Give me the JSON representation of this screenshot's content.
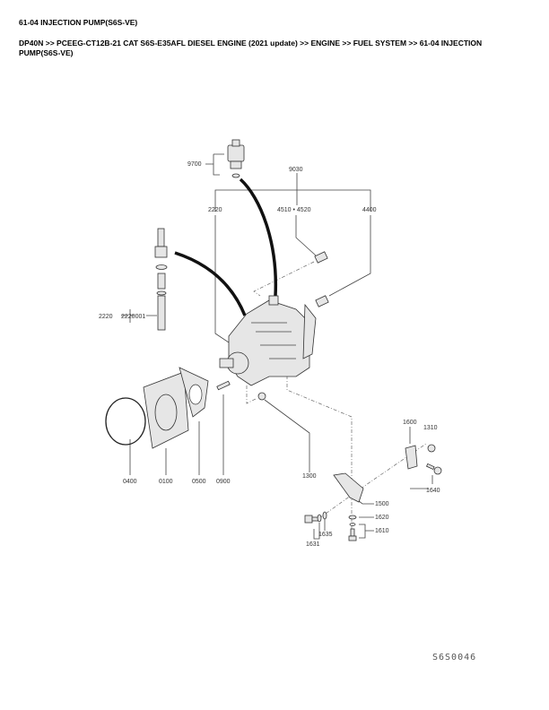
{
  "page": {
    "title": "61-04 INJECTION PUMP(S6S-VE)",
    "breadcrumb": "DP40N >> PCEEG-CT12B-21 CAT S6S-E35AFL DIESEL ENGINE (2021 update) >> ENGINE >> FUEL SYSTEM >> 61-04 INJECTION PUMP(S6S-VE)"
  },
  "diagram": {
    "code": "S6S0046",
    "labels": {
      "p9700": "9700",
      "p9030": "9030",
      "p2220_top": "2220",
      "p4510_4520": "4510 • 4520",
      "p4400": "4400",
      "p2220_left": "2220",
      "p2220001": "2220001",
      "p0400": "0400",
      "p0100": "0100",
      "p0500": "0500",
      "p0900": "0900",
      "p1300": "1300",
      "p1600": "1600",
      "p1310": "1310",
      "p1640": "1640",
      "p1500": "1500",
      "p1620": "1620",
      "p1610": "1610",
      "p1635": "1635",
      "p1631": "1631"
    }
  }
}
